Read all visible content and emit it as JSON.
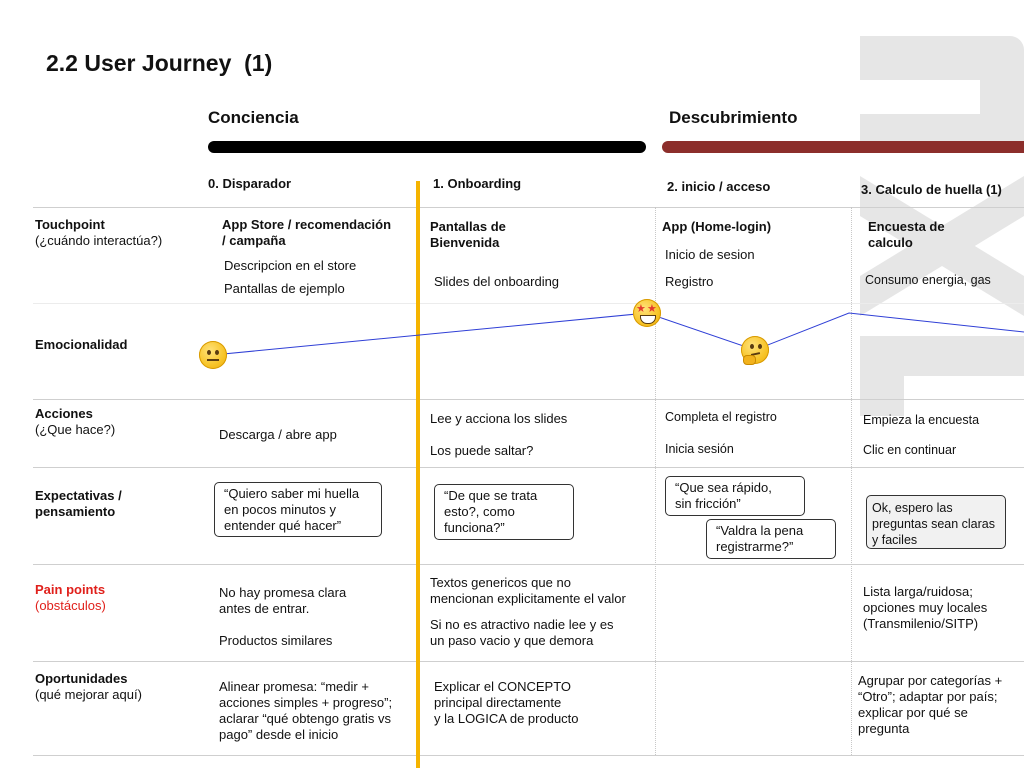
{
  "title": "2.2 User Journey  (1)",
  "phases": [
    {
      "label": "Conciencia",
      "color": "#000000"
    },
    {
      "label": "Descubrimiento",
      "color": "#8c2e2b"
    }
  ],
  "steps": [
    "0. Disparador",
    "1. Onboarding",
    "2. inicio / acceso",
    "3. Calculo de huella (1)"
  ],
  "rows": {
    "touchpoint": {
      "title": "Touchpoint",
      "subtitle": "(¿cuándo interactúa?)"
    },
    "emocionalidad": {
      "title": "Emocionalidad"
    },
    "acciones": {
      "title": "Acciones",
      "subtitle": "(¿Que hace?)"
    },
    "expectativas": {
      "title": "Expectativas /",
      "title2": "pensamiento"
    },
    "pain": {
      "title": "Pain points",
      "subtitle": "(obstáculos)"
    },
    "oportunidades": {
      "title": "Oportunidades",
      "subtitle": "(qué mejorar aquí)"
    }
  },
  "touchpoint": {
    "c0": {
      "head": "App Store / recomendación",
      "head2": "/ campaña",
      "l1": "Descripcion en el store",
      "l2": "Pantallas de ejemplo"
    },
    "c1": {
      "head": "Pantallas de",
      "head2": "Bienvenida",
      "l1": "Slides del onboarding"
    },
    "c2": {
      "head": "App (Home-login)",
      "l1": "Inicio de sesion",
      "l2": "Registro"
    },
    "c3": {
      "head": "Encuesta de",
      "head2": "calculo",
      "l1": "Consumo energia, gas"
    }
  },
  "emotion": {
    "line_color": "#2f3fd6",
    "points": [
      {
        "name": "neutral-face-emoji"
      },
      {
        "name": "star-struck-emoji"
      },
      {
        "name": "thinking-face-emoji"
      }
    ]
  },
  "acciones": {
    "c0": {
      "l1": "Descarga / abre app"
    },
    "c1": {
      "l1": "Lee y acciona los slides",
      "l2": "Los puede saltar?"
    },
    "c2": {
      "l1": "Completa el registro",
      "l2": "Inicia sesión"
    },
    "c3": {
      "l1": "Empieza la encuesta",
      "l2": "Clic en continuar"
    }
  },
  "expectativas": {
    "c0": {
      "l1": "“Quiero saber mi huella",
      "l2": "en pocos minutos y",
      "l3": "entender qué hacer”"
    },
    "c1": {
      "l1": "“De que se trata",
      "l2": "esto?, como",
      "l3": "funciona?”"
    },
    "c2a": {
      "l1": "“Que sea rápido,",
      "l2": "sin fricción”"
    },
    "c2b": {
      "l1": "“Valdra la pena",
      "l2": "registrarme?”"
    },
    "c3": {
      "l1": "Ok, espero las",
      "l2": "preguntas sean claras",
      "l3": "y faciles"
    }
  },
  "pain": {
    "c0": {
      "l1": "No hay promesa clara",
      "l2": "antes de entrar.",
      "l3": "Productos similares"
    },
    "c1": {
      "l1": "Textos genericos que no",
      "l2": "mencionan explicitamente el valor",
      "l3": "Si no es atractivo nadie lee y es",
      "l4": "un paso vacio y que demora"
    },
    "c3": {
      "l1": "Lista larga/ruidosa;",
      "l2": "opciones muy locales",
      "l3": "(Transmilenio/SITP)"
    }
  },
  "oportunidades": {
    "c0": {
      "l1": "Alinear promesa: “medir +",
      "l2": "acciones simples + progreso”;",
      "l3": "aclarar “qué obtengo gratis vs",
      "l4": "pago” desde el inicio"
    },
    "c1": {
      "l1": "Explicar el CONCEPTO",
      "l2": "principal directamente",
      "l3": "y la LOGICA de producto"
    },
    "c3": {
      "l1": "Agrupar por categorías +",
      "l2": "“Otro”; adaptar por país;",
      "l3": "explicar por qué se",
      "l4": "pregunta"
    }
  },
  "colors": {
    "accent_line": "#f5b400",
    "pain_label": "#e0201b",
    "watermark": "#e6e6e6"
  }
}
